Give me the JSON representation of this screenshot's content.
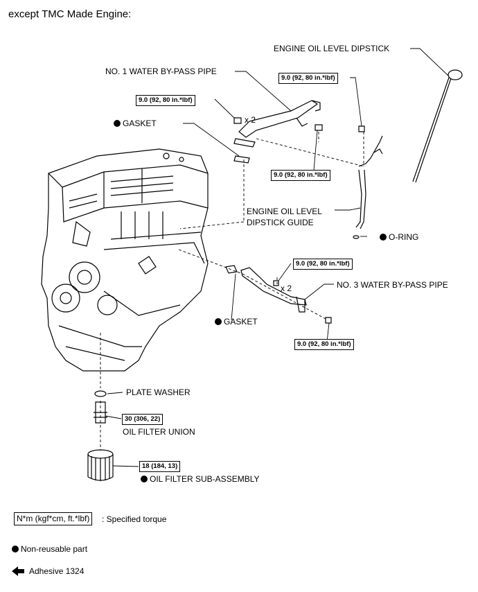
{
  "title": "except TMC Made Engine:",
  "labels": {
    "dipstick": "ENGINE OIL LEVEL DIPSTICK",
    "pipe1": "NO. 1 WATER BY-PASS PIPE",
    "gasket1": "GASKET",
    "x2_top": "x 2",
    "guide_line1": "ENGINE OIL LEVEL",
    "guide_line2": "DIPSTICK GUIDE",
    "oring": "O-RING",
    "pipe3": "NO. 3 WATER BY-PASS PIPE",
    "x2_bottom": "x 2",
    "gasket2": "GASKET",
    "plate_washer": "PLATE WASHER",
    "oil_filter_union": "OIL FILTER UNION",
    "oil_filter": "OIL FILTER SUB-ASSEMBLY"
  },
  "torques": {
    "t_pipe1_nut": "9.0 (92, 80 in.*lbf)",
    "t_dipstick_bolt": "9.0 (92, 80 in.*lbf)",
    "t_pipe1_bolt": "9.0 (92, 80 in.*lbf)",
    "t_pipe3_nut": "9.0 (92, 80 in.*lbf)",
    "t_pipe3_bolt": "9.0 (92, 80 in.*lbf)",
    "t_union": "30 (306, 22)",
    "t_filter": "18 (184, 13)"
  },
  "legend": {
    "torque_unit": "N*m (kgf*cm, ft.*lbf)",
    "torque_desc": ": Specified torque",
    "non_reusable": "Non-reusable part",
    "adhesive": "Adhesive 1324"
  }
}
